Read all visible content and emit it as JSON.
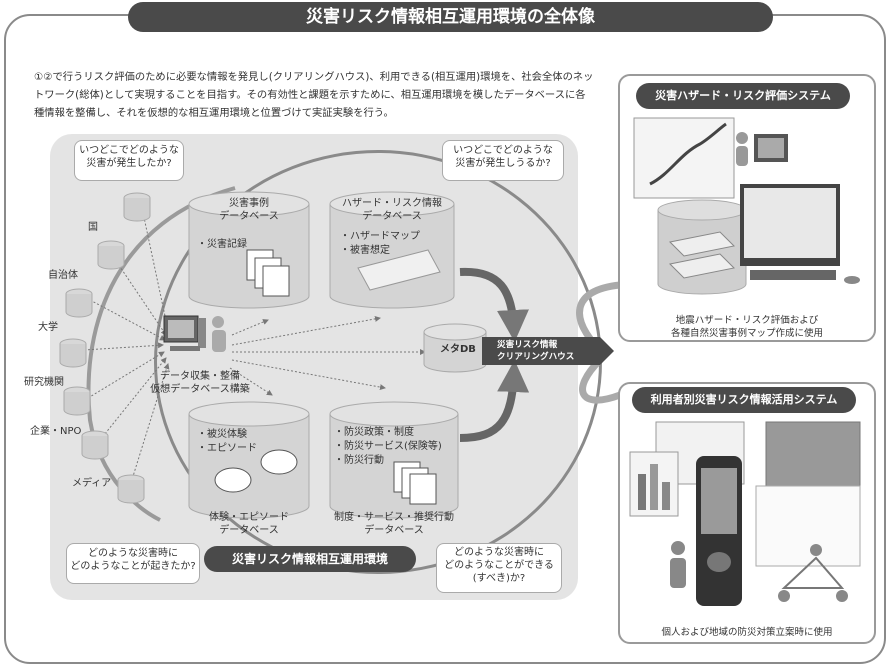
{
  "title": "災害リスク情報相互運用環境の全体像",
  "intro": "①②で行うリスク評価のために必要な情報を発見し(クリアリングハウス)、利用できる(相互運用)環境を、社会全体のネットワーク(総体)として実現することを目指す。その有効性と課題を示すために、相互運用環境を模したデータベースに各種情報を整備し、それを仮想的な相互運用環境と位置づけて実証実験を行う。",
  "callouts": {
    "top_left": "いつどこでどのような\n災害が発生したか?",
    "top_right": "いつどこでどのような\n災害が発生しうるか?",
    "bottom_left": "どのような災害時に\nどのようなことが起きたか?",
    "bottom_right": "どのような災害時に\nどのようなことができる\n(すべき)か?"
  },
  "sources": [
    "国",
    "自治体",
    "大学",
    "研究機関",
    "企業・NPO",
    "メディア"
  ],
  "computer_label": "データ収集・整備\n仮想データベース構築",
  "databases": {
    "disaster_cases": {
      "title": "災害事例\nデータベース",
      "items": [
        "・災害記録"
      ]
    },
    "hazard_risk": {
      "title": "ハザード・リスク情報\nデータベース",
      "items": [
        "・ハザードマップ",
        "・被害想定"
      ]
    },
    "experience": {
      "title": "体験・エピソード\nデータベース",
      "items": [
        "・被災体験",
        "・エピソード"
      ]
    },
    "institution": {
      "title": "制度・サービス・推奨行動\nデータベース",
      "items": [
        "・防災政策・制度",
        "・防災サービス(保険等)",
        "・防災行動"
      ]
    }
  },
  "meta_db": "メタDB",
  "clearinghouse": "災害リスク情報\nクリアリングハウス",
  "env_label": "災害リスク情報相互運用環境",
  "panel_top": {
    "title": "災害ハザード・リスク評価システム",
    "caption": "地震ハザード・リスク評価および\n各種自然災害事例マップ作成に使用"
  },
  "panel_bottom": {
    "title": "利用者別災害リスク情報活用システム",
    "caption": "個人および地域の防災対策立案時に使用"
  },
  "colors": {
    "dark_band": "#4a4a4a",
    "env_bg": "#e4e4e4",
    "cylinder": "#cfcfcf",
    "outline": "#8a8a8a"
  }
}
